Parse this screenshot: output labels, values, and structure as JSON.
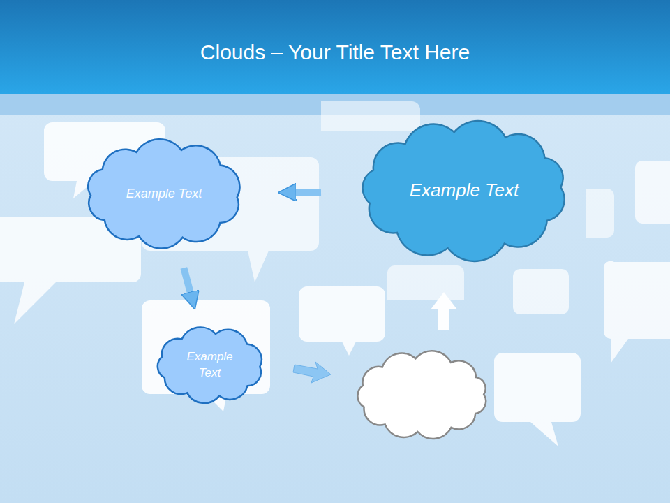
{
  "diagram": {
    "title": "Clouds – Your Title Text Here",
    "nodes": [
      {
        "text": [
          "Example Text"
        ]
      },
      {
        "text": [
          "Example Text"
        ]
      },
      {
        "text": [
          "Example Text"
        ]
      }
    ],
    "edges": [
      {
        "from": 1,
        "to": 0,
        "arrow": "to"
      },
      {
        "from": 0,
        "to": 2,
        "arrow": "to"
      }
    ]
  }
}
